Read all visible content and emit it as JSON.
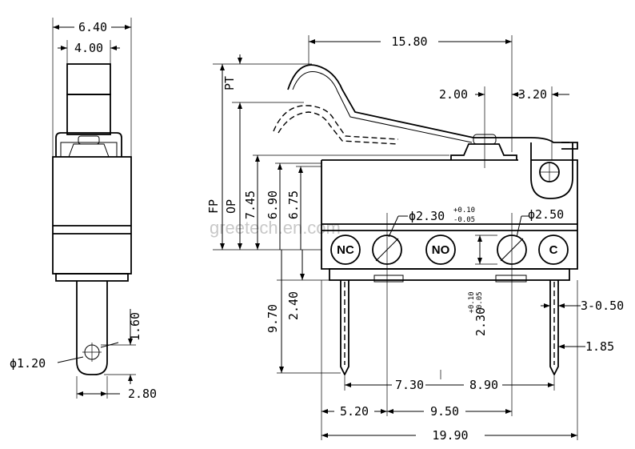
{
  "watermark": "greetech.en.com",
  "side_view": {
    "width_outer": "6.40",
    "width_inner": "4.00",
    "pin_hole_dia": "ϕ1.20",
    "pin_hole_height": "1.60",
    "pin_width": "2.80"
  },
  "front_view": {
    "overall_lever_span": "15.80",
    "roller_offset": "2.00",
    "roller_to_end": "3.20",
    "pt_label": "PT",
    "fp_label": "FP",
    "op_label": "OP",
    "height_fp": "7.45",
    "height_op": "6.90",
    "height_body": "6.75",
    "hole_dia_1": "ϕ2.30",
    "hole_tol_plus": "+0.10",
    "hole_tol_minus": "-0.05",
    "hole_dia_2": "ϕ2.50",
    "hole_height": "2.30",
    "hole_height_tol_plus": "+0.10",
    "hole_height_tol_minus": "-0.05",
    "pin_length": "9.70",
    "base_offset": "2.40",
    "terminal_thickness": "3-0.50",
    "terminal_width": "1.85",
    "pitch_1": "7.30",
    "pitch_2": "8.90",
    "edge_to_pin": "5.20",
    "hole_spacing": "9.50",
    "overall_length": "19.90",
    "terminals": [
      {
        "label": "NC"
      },
      {
        "label": "NO"
      },
      {
        "label": "C"
      }
    ]
  }
}
